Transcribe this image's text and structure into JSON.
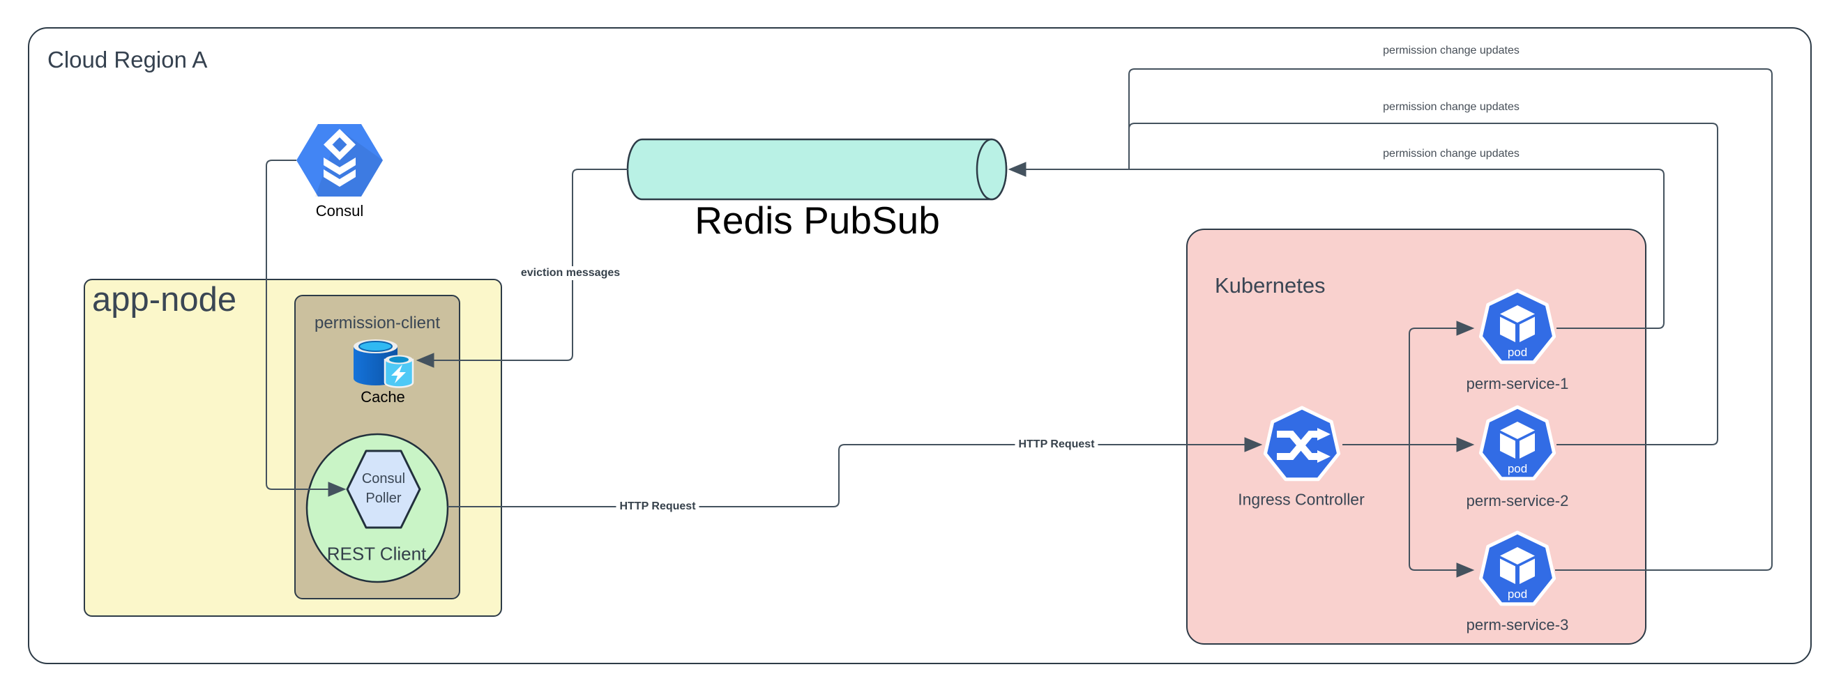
{
  "diagram": {
    "cloud_region": {
      "label": "Cloud Region A"
    },
    "app_node": {
      "label": "app-node"
    },
    "permission_client": {
      "label": "permission-client"
    },
    "cache": {
      "label": "Cache"
    },
    "rest_client": {
      "label": "REST Client"
    },
    "consul_poller": {
      "lines": [
        "Consul",
        "Poller"
      ]
    },
    "consul": {
      "label": "Consul"
    },
    "redis": {
      "label": "Redis PubSub"
    },
    "kubernetes": {
      "label": "Kubernetes"
    },
    "ingress": {
      "label": "Ingress Controller"
    },
    "pods": [
      {
        "name": "perm-service-1",
        "badge": "pod"
      },
      {
        "name": "perm-service-2",
        "badge": "pod"
      },
      {
        "name": "perm-service-3",
        "badge": "pod"
      }
    ],
    "edges": {
      "eviction": "eviction messages",
      "http_request_1": "HTTP Request",
      "http_request_2": "HTTP Request",
      "perm_updates_1": "permission change updates",
      "perm_updates_2": "permission change updates",
      "perm_updates_3": "permission change updates"
    },
    "colors": {
      "app_node_fill": "#fbf7ca",
      "permission_client_fill": "#cbc09e",
      "kubernetes_fill": "#f9d1ce",
      "rest_client_fill": "#c9f4c6",
      "consul_poller_fill": "#d4e4fa",
      "redis_fill": "#b9f1e5",
      "kubernetes_blue": "#326ce5",
      "gcp_blue": "#4285f4",
      "cache_blue": "#0f60be",
      "cache_cyan": "#4ec9f6",
      "edge_stroke": "#44525e",
      "border_dark": "#2d3b47"
    }
  }
}
